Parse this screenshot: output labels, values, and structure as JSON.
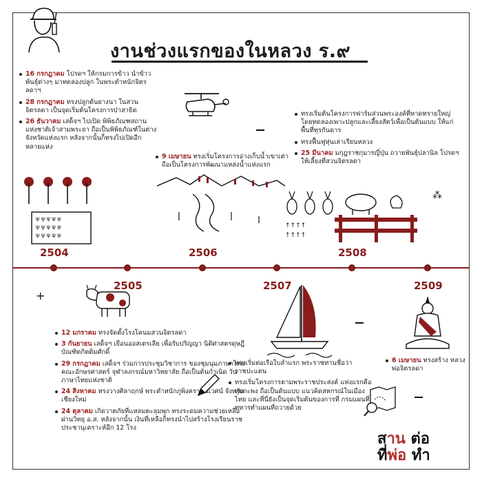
{
  "title": "งานช่วงแรกของในหลวง ร.๙",
  "timeline": {
    "years_top": [
      "2504",
      "2506",
      "2508"
    ],
    "years_bottom": [
      "2505",
      "2507",
      "2509"
    ]
  },
  "events_2504": [
    {
      "date": "16 กรกฎาคม",
      "text": "โปรดฯ ให้กรมการข้าว นำข้าวพันธุ์ต่างๆ มาทดลองปลูก ในพระตำหนักจิตรลดาฯ"
    },
    {
      "date": "28 กรกฎาคม",
      "text": "ทรงปลูกต้นยางนา ในสวนจิตรลดา เป็นจุดเริ่มต้นโครงการป่าสาธิต"
    },
    {
      "date": "26 ธันวาคม",
      "text": "เสด็จฯ ไปเปิด พิพิธภัณฑสถานแห่งชาติเจ้าสามพระยา ถือเป็นพิพิธภัณฑ์ในต่างจังหวัดแห่งแรก หลังจากนั้นก็ทรงไปเปิดอีกหลายแห่ง"
    }
  ],
  "events_2506": [
    {
      "date": "9 เมษายน",
      "text": "ทรงเริ่มโครงการอ่างเก็บน้ำเขาเต่า ถือเป็นโครงการพัฒนาแหล่งน้ำแห่งแรก"
    }
  ],
  "events_2508": [
    {
      "date": "",
      "text": "ทรงเริ่มต้นโครงการฟาร์มส่วนพระองค์ที่หาดทรายใหญ่ โดยทดลองเพาะปลูกและเลี้ยงสัตว์เพื่อเป็นต้นแบบ ให้แก่พื้นที่ทุรกันดาร"
    },
    {
      "date": "",
      "text": "ทรงฟื้นฟูหุ่นเล่าเรียนหลวง"
    },
    {
      "date": "25 มีนาคม",
      "text": "มกุฎราชกุมารญี่ปุ่น ถวายพันธุ์ปลานิล โปรดฯ ให้เลี้ยงที่สวนจิตรลดา"
    }
  ],
  "events_2505": [
    {
      "date": "12 มกราคม",
      "text": "ทรงจัดตั้งโรงโคนมสวนจิตรลดา"
    },
    {
      "date": "3 กันยายน",
      "text": "เสด็จฯ เยือนออสเตรเลีย เพื่อรับปริญญา นิติศาสตรดุษฎีบัณฑิตกิตติมศักดิ์"
    },
    {
      "date": "29 กรกฎาคม",
      "text": "เสด็จฯ ร่วมการประชุมวิชาการ ของชุมนุมภาษาไทย คณะอักษรศาสตร์ จุฬาลงกรณ์มหาวิทยาลัย ถือเป็นต้นกำเนิด วันภาษาไทยแห่งชาติ"
    },
    {
      "date": "24 สิงหาคม",
      "text": "ทรงวางศิลาฤกษ์ พระตำหนักภูพิงคราชนิเวศน์ จังหวัดเชียงใหม่"
    },
    {
      "date": "24 ตุลาคม",
      "text": "เกิดวาตภัยที่แหลมตะลุมพุก ทรงระดมความช่วยเหลือผ่านวิทยุ อ.ส. หลังจากนั้น เงินที่เหลือก็ทรงนำไปสร้างโรงเรียนราชประชานุเคราะห์อีก 12 โรง"
    }
  ],
  "events_2507": [
    {
      "date": "",
      "text": "ทรงเริ่มต่อเรือใบลำแรก พระราชทานชื่อว่า ราชปะแตน"
    },
    {
      "date": "",
      "text": "ทรงเริ่มโครงการตามพระราชประสงค์ แห่งแรกคือ หุบกะพง ถือเป็นต้นแบบ แนวคิดสหกรณ์ในเมืองไทย และที่นี่ยังเป็นจุดเริ่มต้นของการที่ กรมแผนที่ทหารทำแผนที่ถวายด้วย"
    }
  ],
  "events_2509": [
    {
      "date": "6 เมษายน",
      "text": "ทรงสร้าง หลวงพ่อจิตรลดา"
    }
  ],
  "logo": {
    "line1a": "ส",
    "line1b": "าน",
    "line1c": "ต่อ",
    "line2a": "ที่",
    "line2b": "พ่อ",
    "line2c": "ทำ"
  },
  "colors": {
    "accent": "#8a1c1c",
    "ink": "#222222"
  },
  "icons": [
    "reporter-icon",
    "helicopter-icon",
    "trees-rice-field-icon",
    "mountains-reservoir-icon",
    "pineapple-pig-chicken-fence-icon",
    "cow-icon",
    "sailboat-icon",
    "buddha-statue-icon",
    "pencil-icon",
    "map-magnifier-icon"
  ]
}
